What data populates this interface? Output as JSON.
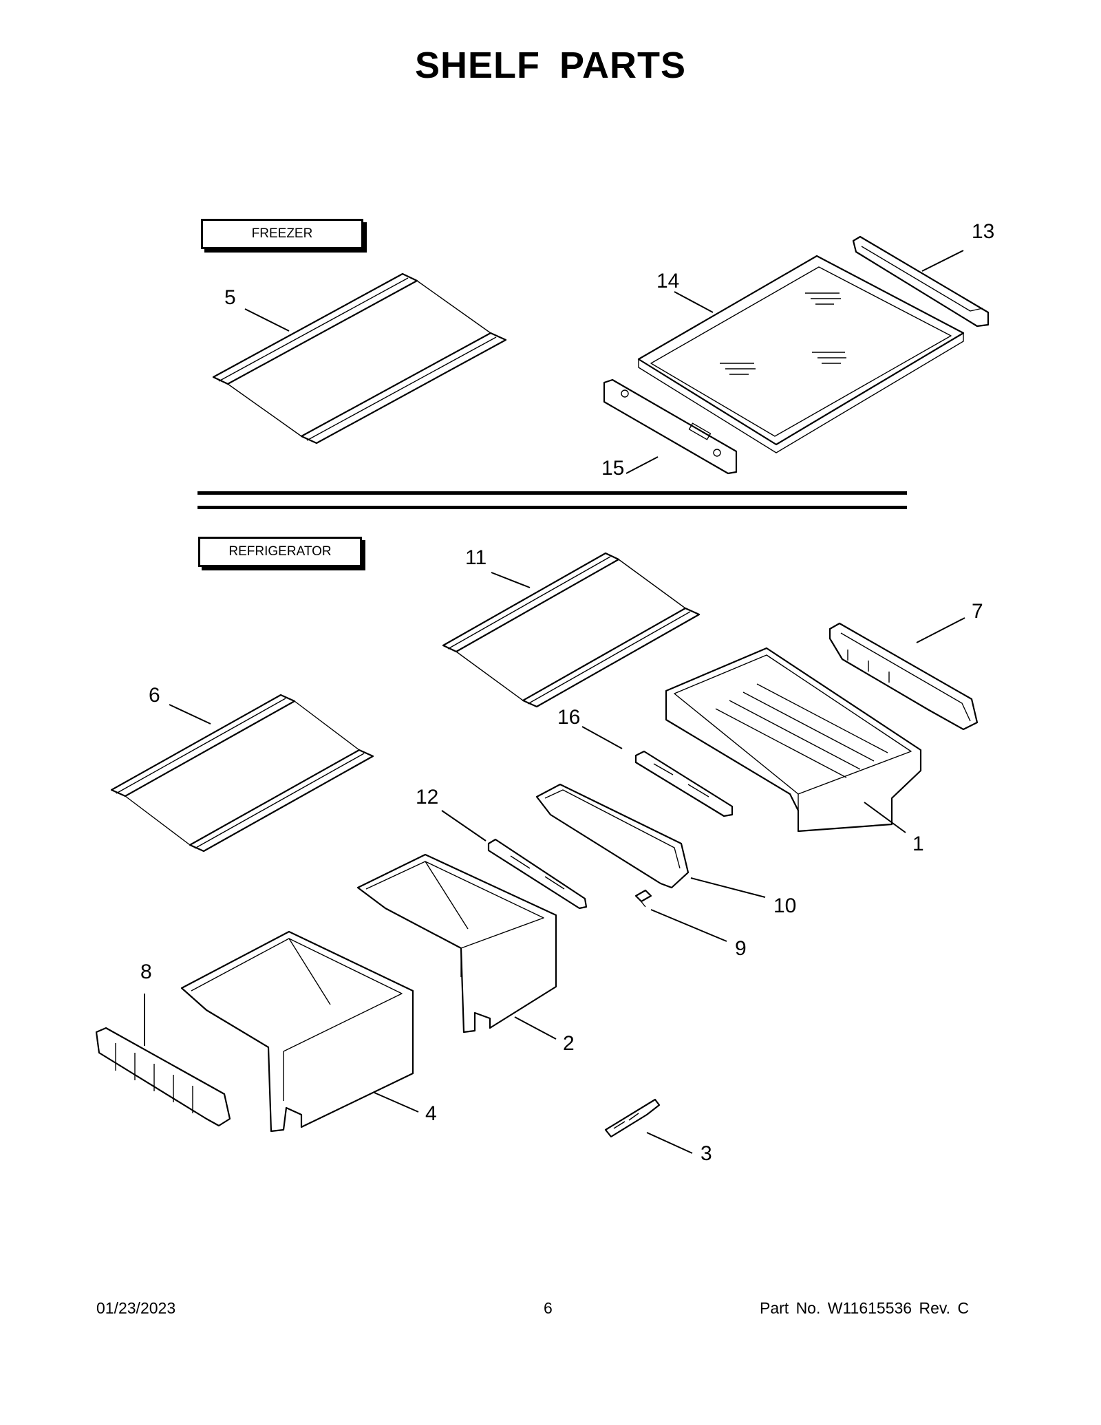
{
  "page": {
    "title": "SHELF PARTS",
    "sections": {
      "freezer": "FREEZER",
      "refrigerator": "REFRIGERATOR"
    }
  },
  "callouts": {
    "n1": "1",
    "n2": "2",
    "n3": "3",
    "n4": "4",
    "n5": "5",
    "n6": "6",
    "n7": "7",
    "n8": "8",
    "n9": "9",
    "n10": "10",
    "n11": "11",
    "n12": "12",
    "n13": "13",
    "n14": "14",
    "n15": "15",
    "n16": "16"
  },
  "footer": {
    "date": "01/23/2023",
    "page": "6",
    "part": "Part No.  W11615536  Rev.  C"
  }
}
